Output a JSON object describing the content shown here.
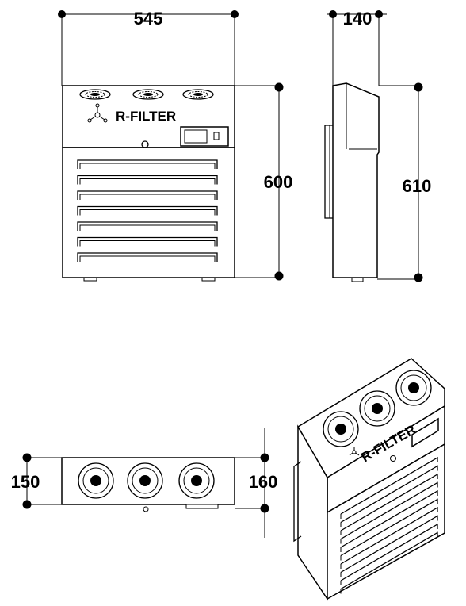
{
  "brand": {
    "name": "R-FILTER"
  },
  "dimensions": {
    "front_width": "545",
    "side_depth": "140",
    "front_height": "600",
    "side_height": "610",
    "top_left_depth": "150",
    "top_right_depth": "160"
  },
  "front_view": {
    "fan_count": 3,
    "louver_count": 7
  },
  "iso_view": {
    "fan_count": 3,
    "louver_count": 10
  }
}
